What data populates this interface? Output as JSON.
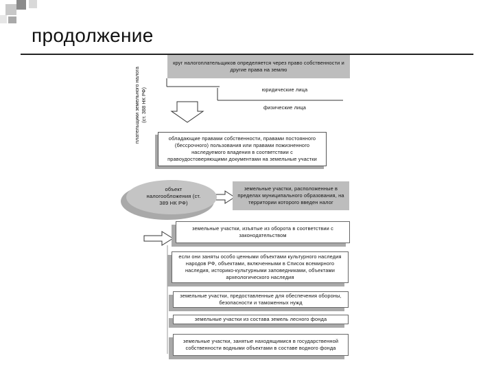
{
  "slide_title": "продолжение",
  "side_label_line1": "плательщики земельного налога",
  "side_label_line2": "(ст. 388 НК РФ)",
  "top_box": "круг налогоплательщиков определяется через право собственности и другие права на землю",
  "legal_entities": "юридические лица",
  "individuals": "физические лица",
  "rights_box": "обладающие правами собственности, правами постоянного (бессрочного) пользования или правами пожизненного наследуемого владения в соответствии с правоудостоверяющими документами на земельные участки",
  "object_ellipse": "объект налогообложения (ст. 389 НК РФ)",
  "object_box": "земельные участки, расположенные в пределах муниципального образования, на территории которого введен налог",
  "exclusions_box": "земельные участки, изъятые из оборота в соответствии с законодательством",
  "heritage_box": "если они заняты особо ценными объектами культурного наследия народов РФ, объектами, включенными в Список всемирного наследия, историко-культурными заповедниками, объектами археологического наследия",
  "defense_box": "земельные участки, предоставленные для обеспечения обороны, безопасности и таможенных нужд",
  "forest_box": "земельные участки из состава земель лесного фонда",
  "water_box": "земельные участки, занятые находящимися в государственной собственности водными объектами в составе водного фонда",
  "colors": {
    "grey_fill": "#bdbdbd",
    "shadow": "#a9a9a9",
    "outline": "#555555"
  }
}
